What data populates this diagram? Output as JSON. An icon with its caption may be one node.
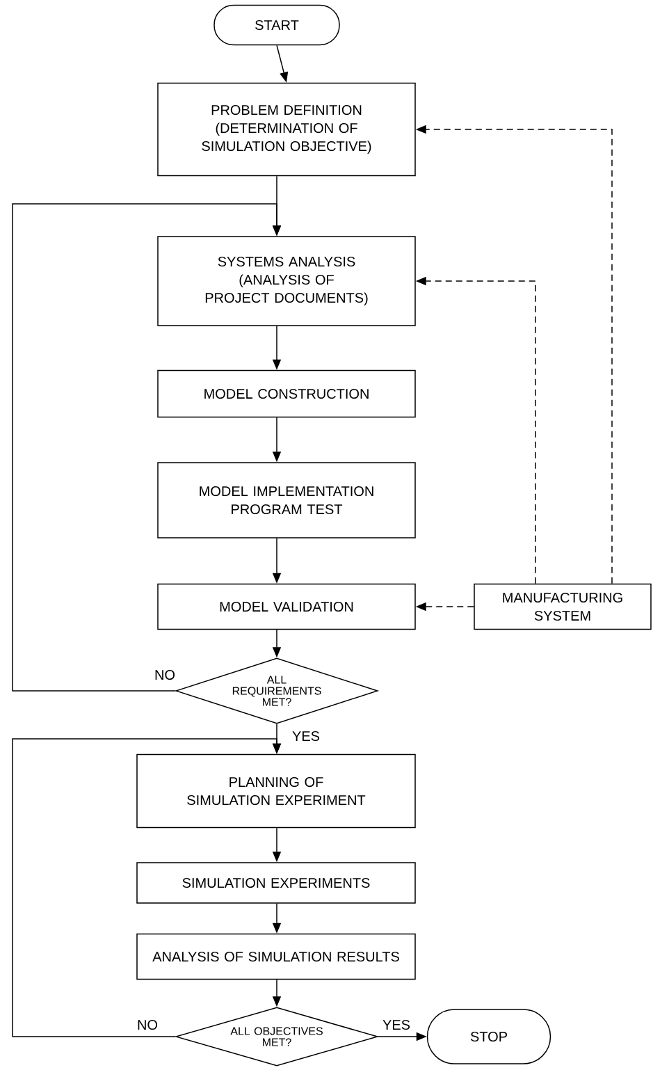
{
  "diagram": {
    "nodes": [
      {
        "text": [
          "START"
        ]
      },
      {
        "text": [
          "PROBLEM DEFINITION",
          "(DETERMINATION OF SIMULATION OBJECTIVE)"
        ]
      },
      {
        "text": [
          "SYSTEMS ANALYSIS",
          "(ANALYSIS OF PROJECT DOCUMENTS)"
        ]
      },
      {
        "text": [
          "MODEL CONSTRUCTION"
        ]
      },
      {
        "text": [
          "MODEL IMPLEMENTATION",
          "PROGRAM TEST"
        ]
      },
      {
        "text": [
          "MODEL VALIDATION"
        ]
      },
      {
        "text": [
          "MANUFACTURING SYSTEM"
        ]
      },
      {
        "text": [
          "ALL REQUIREMENTS MET?"
        ]
      },
      {
        "text": [
          "PLANNING OF SIMULATION EXPERIMENT"
        ]
      },
      {
        "text": [
          "SIMULATION EXPERIMENTS"
        ]
      },
      {
        "text": [
          "ANALYSIS OF SIMULATION RESULTS"
        ]
      },
      {
        "text": [
          "ALL OBJECTIVES MET?"
        ]
      },
      {
        "text": [
          "STOP"
        ]
      }
    ],
    "edges": [
      {
        "from": 0,
        "to": 1,
        "arrow": "to"
      },
      {
        "from": 1,
        "to": 2,
        "arrow": "to"
      },
      {
        "from": 2,
        "to": 3,
        "arrow": "to"
      },
      {
        "from": 3,
        "to": 4,
        "arrow": "to"
      },
      {
        "from": 4,
        "to": 5,
        "arrow": "to"
      },
      {
        "from": 5,
        "to": 7,
        "arrow": "to"
      },
      {
        "from": 7,
        "to": 2,
        "arrow": "to",
        "label": "NO"
      },
      {
        "from": 7,
        "to": 8,
        "arrow": "to",
        "label": "YES"
      },
      {
        "from": 8,
        "to": 9,
        "arrow": "to"
      },
      {
        "from": 9,
        "to": 10,
        "arrow": "to"
      },
      {
        "from": 10,
        "to": 11,
        "arrow": "to"
      },
      {
        "from": 11,
        "to": 8,
        "arrow": "to",
        "label": "NO"
      },
      {
        "from": 11,
        "to": 12,
        "arrow": "to",
        "label": "YES"
      },
      {
        "from": 6,
        "to": 5,
        "arrow": "to",
        "style": "dashed"
      },
      {
        "from": 6,
        "to": 2,
        "arrow": "to",
        "style": "dashed"
      },
      {
        "from": 6,
        "to": 1,
        "arrow": "to",
        "style": "dashed"
      }
    ]
  }
}
